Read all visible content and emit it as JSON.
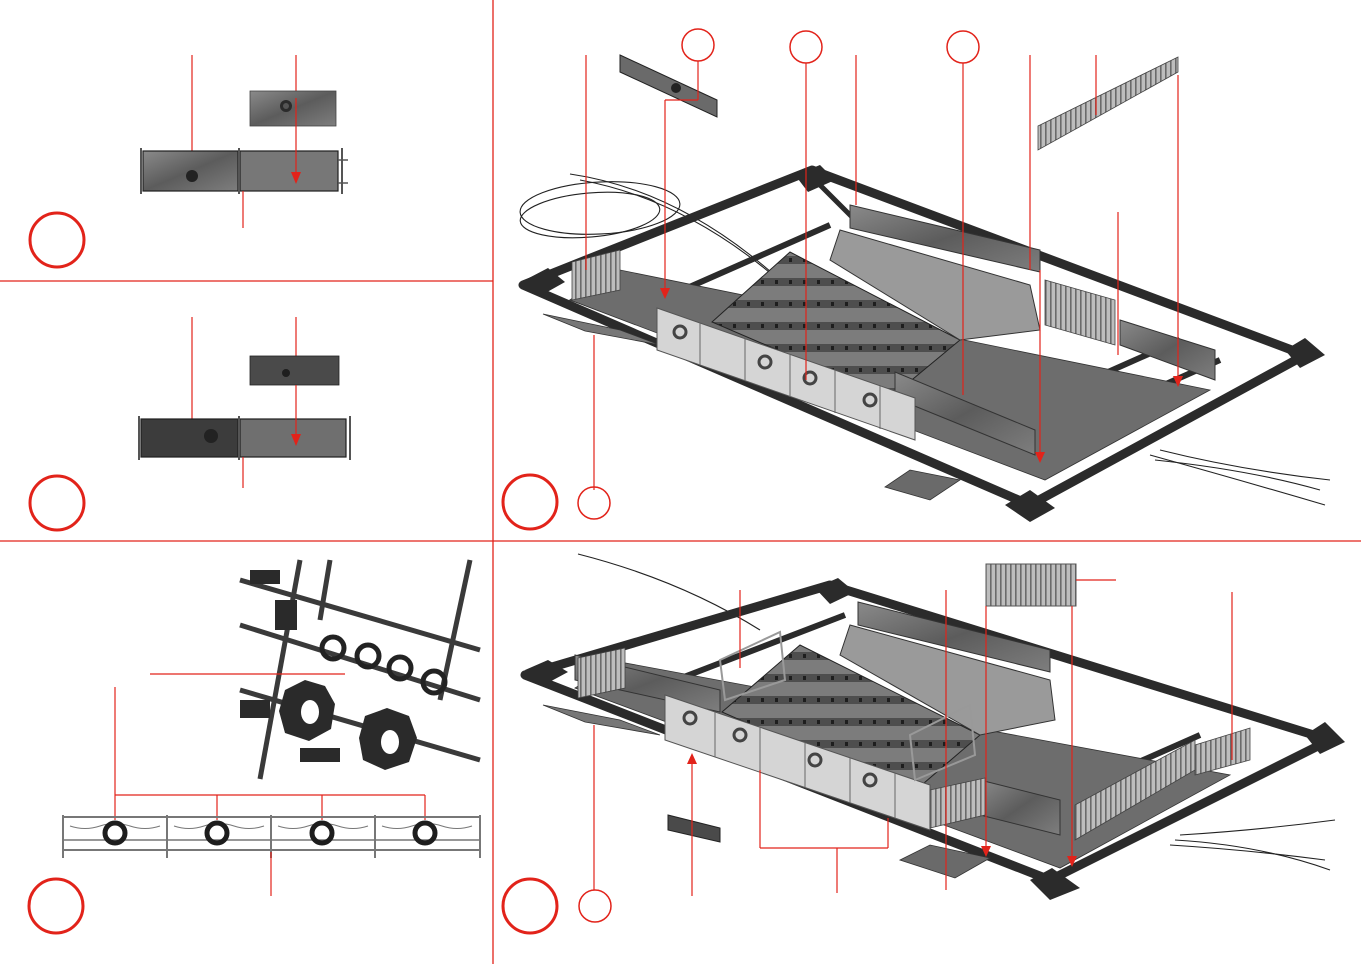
{
  "colors": {
    "leader": "#e2231a",
    "part_dark": "#3d3d3d",
    "part_mid": "#6e6e6e",
    "part_light": "#a9a9a9",
    "part_pale": "#c9c9c9",
    "outline": "#1f1f1f"
  },
  "panels": [
    {
      "name": "step-panel-1",
      "description_icons": [
        "step-circle-icon"
      ]
    },
    {
      "name": "step-panel-2",
      "description_icons": [
        "step-circle-icon"
      ]
    },
    {
      "name": "step-panel-3",
      "description_icons": [
        "step-circle-icon",
        "callout-circle-icon"
      ]
    },
    {
      "name": "step-panel-4",
      "description_icons": [
        "step-circle-icon"
      ]
    },
    {
      "name": "step-panel-5",
      "description_icons": [
        "step-circle-icon",
        "callout-circle-icon"
      ]
    }
  ],
  "icons": {
    "step_marker": "step-circle-icon",
    "callout_marker": "callout-circle-icon",
    "arrow": "arrow-down-icon",
    "wire": "cable-icon"
  }
}
